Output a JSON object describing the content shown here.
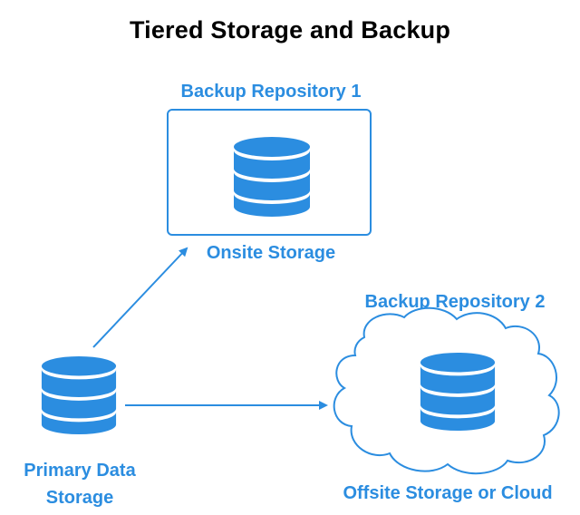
{
  "title": "Tiered Storage and Backup",
  "repo1": {
    "title": "Backup Repository 1",
    "subtitle": "Onsite Storage"
  },
  "repo2": {
    "title": "Backup Repository 2",
    "subtitle": "Offsite Storage or Cloud"
  },
  "primary": {
    "line1": "Primary Data",
    "line2": "Storage"
  },
  "colors": {
    "accent": "#2b8de0",
    "title": "#000000",
    "background": "#ffffff"
  },
  "icons": [
    "database-icon",
    "cloud-icon",
    "arrow-icon"
  ]
}
